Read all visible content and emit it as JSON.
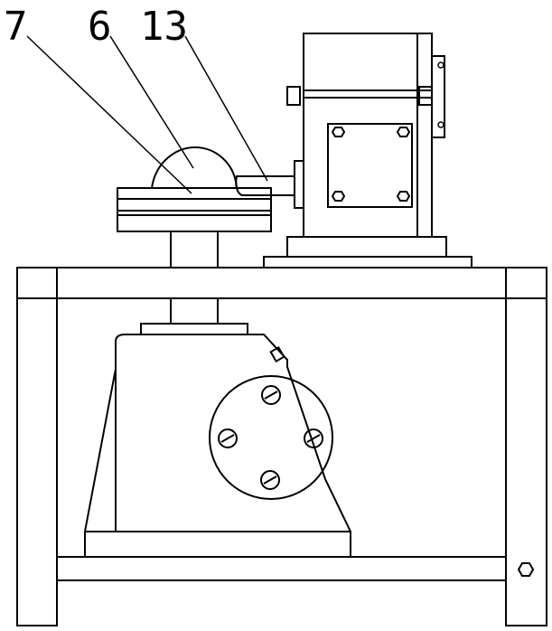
{
  "labels": {
    "part_7": "7",
    "part_6": "6",
    "part_13": "13"
  },
  "colors": {
    "line": "#000000",
    "background": "#ffffff"
  }
}
